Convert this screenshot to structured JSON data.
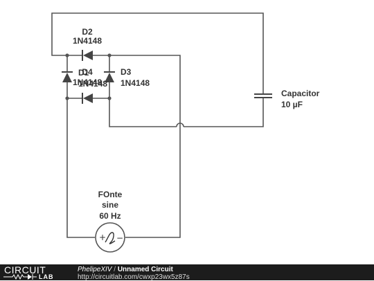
{
  "components": {
    "d2": {
      "name": "D2",
      "part": "1N4148"
    },
    "d4": {
      "name": "D4",
      "part": "1N4148"
    },
    "d3": {
      "name": "D3",
      "part": "1N4148"
    },
    "d1": {
      "name": "D1",
      "part": "1N4148"
    },
    "capacitor": {
      "name": "Capacitor",
      "value": "10 µF"
    },
    "source": {
      "name": "FOnte",
      "type": "sine",
      "frequency": "60 Hz"
    }
  },
  "footer": {
    "logo_top": "CIRCUIT",
    "logo_bottom": "LAB",
    "author": "PhelipeXIV",
    "separator": "/",
    "circuit_title": "Unnamed Circuit",
    "url": "http://circuitlab.com/cwxp23wx5z87s"
  }
}
